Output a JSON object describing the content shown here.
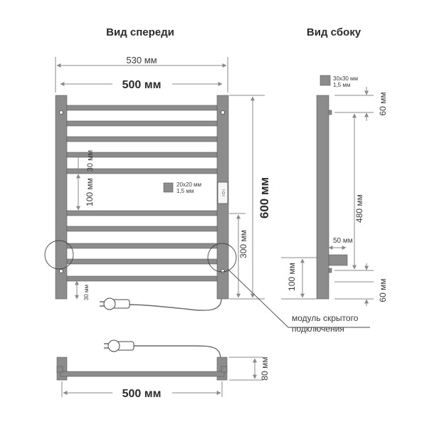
{
  "views": {
    "front_title": "Вид спереди",
    "side_title": "Вид сбоку"
  },
  "front": {
    "overall_width": "530 мм",
    "center_width": "500 мм",
    "height": "600 мм",
    "gap_small": "30 мм",
    "gap_large": "100 мм",
    "bottom_center": "300 мм",
    "bottom_offset": "30 мм",
    "profile_line1": "20x20 мм",
    "profile_line2": "1,5 мм",
    "switch_label": "I O I"
  },
  "side": {
    "profile_line1": "30x30 мм",
    "profile_line2": "1,5 мм",
    "top_offset": "60 мм",
    "mount_span": "480 мм",
    "depth": "50 мм",
    "bottom_height": "100 мм",
    "bottom_offset": "60 мм"
  },
  "callout": {
    "line1": "модуль скрытого",
    "line2": "подключения"
  },
  "bottom_view": {
    "width": "500 мм",
    "depth": "80 мм"
  }
}
